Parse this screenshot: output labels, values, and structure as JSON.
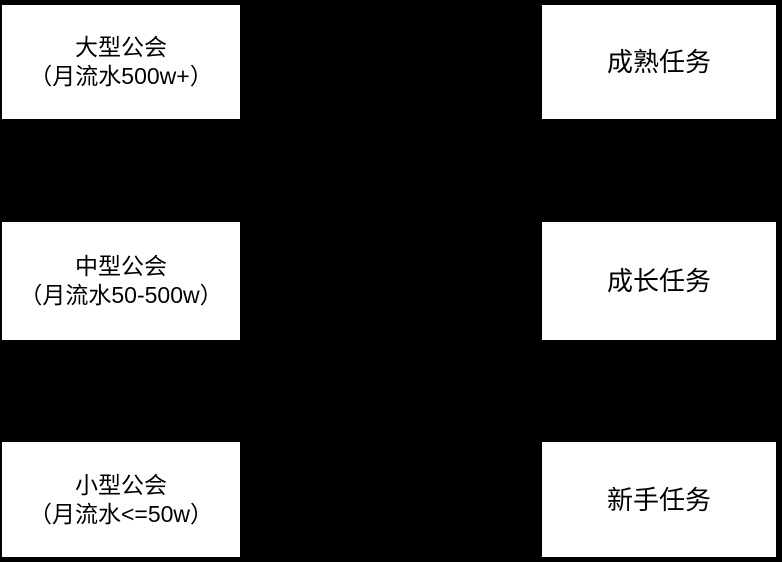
{
  "diagram": {
    "background_color": "#000000",
    "node_background_color": "#ffffff",
    "node_text_color": "#000000",
    "left_column": [
      {
        "title": "大型公会",
        "subtitle": "（月流水500w+）"
      },
      {
        "title": "中型公会",
        "subtitle": "（月流水50-500w）"
      },
      {
        "title": "小型公会",
        "subtitle": "（月流水<=50w）"
      }
    ],
    "right_column": [
      {
        "label": "成熟任务"
      },
      {
        "label": "成长任务"
      },
      {
        "label": "新手任务"
      }
    ]
  }
}
